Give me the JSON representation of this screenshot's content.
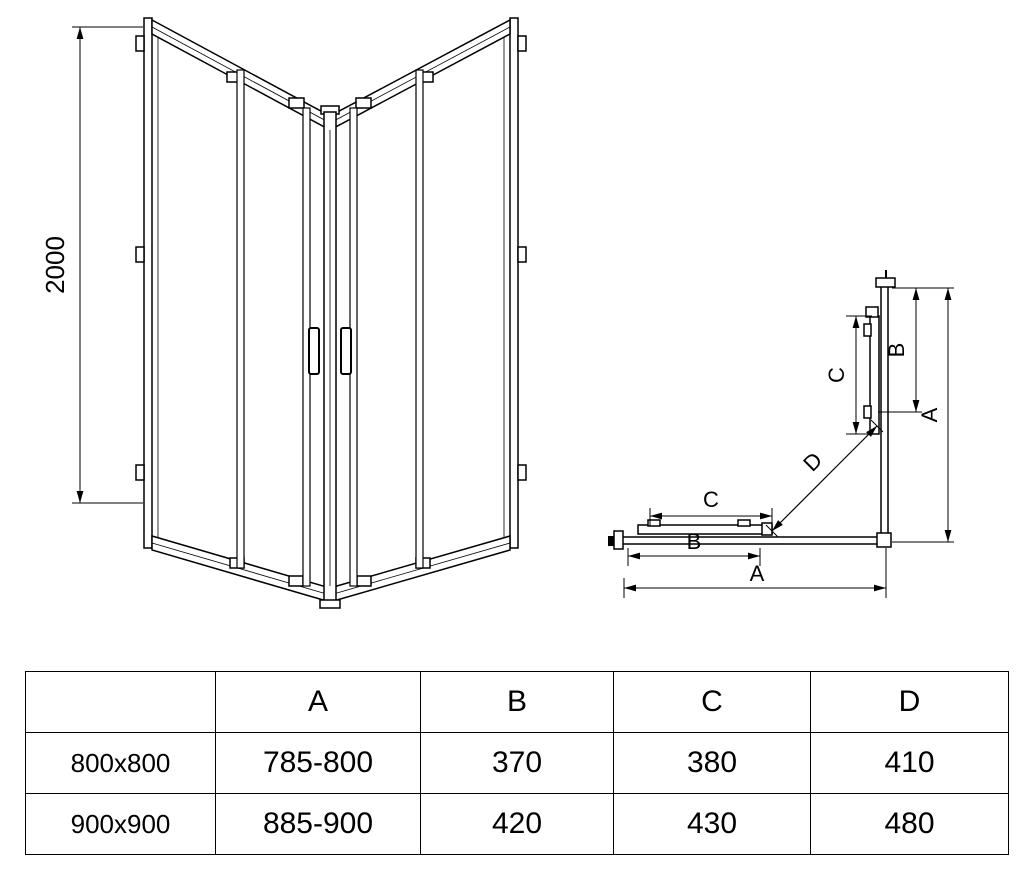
{
  "colors": {
    "line": "#000000",
    "background": "#ffffff"
  },
  "diagram": {
    "front_view": {
      "height_dimension": "2000"
    },
    "plan_view": {
      "horizontal": {
        "a": "A",
        "b": "B",
        "c": "C"
      },
      "vertical": {
        "a": "A",
        "b": "B",
        "c": "C"
      },
      "diagonal": {
        "d": "D"
      }
    }
  },
  "table": {
    "headers": [
      "",
      "A",
      "B",
      "C",
      "D"
    ],
    "rows": [
      [
        "800x800",
        "785-800",
        "370",
        "380",
        "410"
      ],
      [
        "900x900",
        "885-900",
        "420",
        "430",
        "480"
      ]
    ]
  }
}
